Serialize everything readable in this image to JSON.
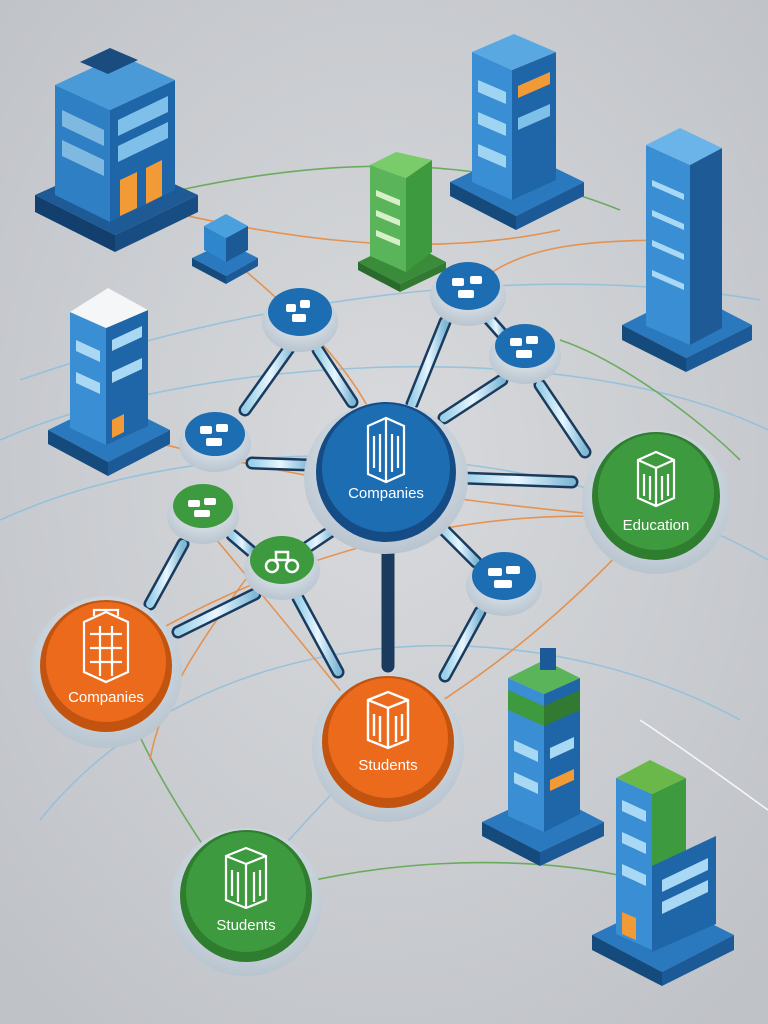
{
  "labels": {
    "center_hub": "Companies",
    "education_node": "Education",
    "companies_node": "Companies",
    "students_node_center": "Students",
    "students_node_bottom": "Students"
  },
  "colors": {
    "background": "#c9cbd0",
    "blue": "#1d6db3",
    "green": "#3e9a3e",
    "orange": "#ec6a1c",
    "light_blue_link": "#8fc0dc",
    "orange_link": "#e8883a",
    "green_link": "#5aa64b"
  },
  "icons": {
    "hub_nodes": "building-icon",
    "small_nodes": "puzzle-icon",
    "towers": "office-building-icon"
  }
}
